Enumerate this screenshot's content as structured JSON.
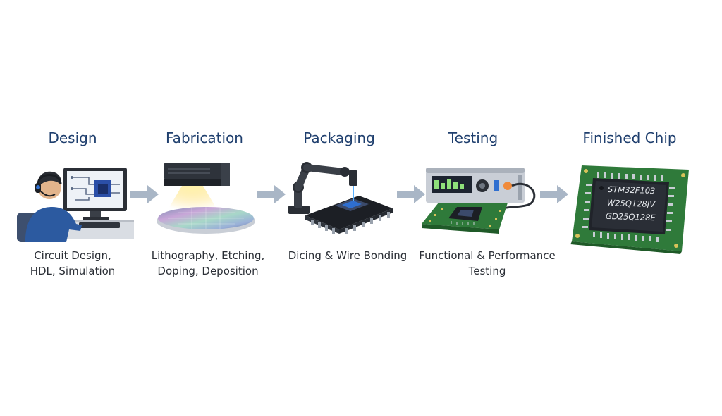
{
  "steps": [
    {
      "title": "Design",
      "caption_line1": "Circuit Design,",
      "caption_line2": "HDL, Simulation",
      "icon": "engineer-workstation-icon"
    },
    {
      "title": "Fabrication",
      "caption_line1": "Lithography, Etching,",
      "caption_line2": "Doping, Deposition",
      "icon": "wafer-lithography-icon"
    },
    {
      "title": "Packaging",
      "caption_line1": "Dicing & Wire Bonding",
      "caption_line2": "",
      "icon": "robot-arm-bonding-icon"
    },
    {
      "title": "Testing",
      "caption_line1": "Functional & Performance",
      "caption_line2": "Testing",
      "icon": "test-equipment-icon"
    },
    {
      "title": "Finished Chip",
      "caption_line1": "",
      "caption_line2": "",
      "icon": "finished-chip-icon"
    }
  ],
  "chip_markings": [
    "STM32F103",
    "W25Q128JV",
    "GD25Q128E"
  ],
  "colors": {
    "title": "#1f3f6e",
    "arrow": "#a9b6c6",
    "pcb_green": "#2f7a3a",
    "chip_body": "#20232a"
  }
}
